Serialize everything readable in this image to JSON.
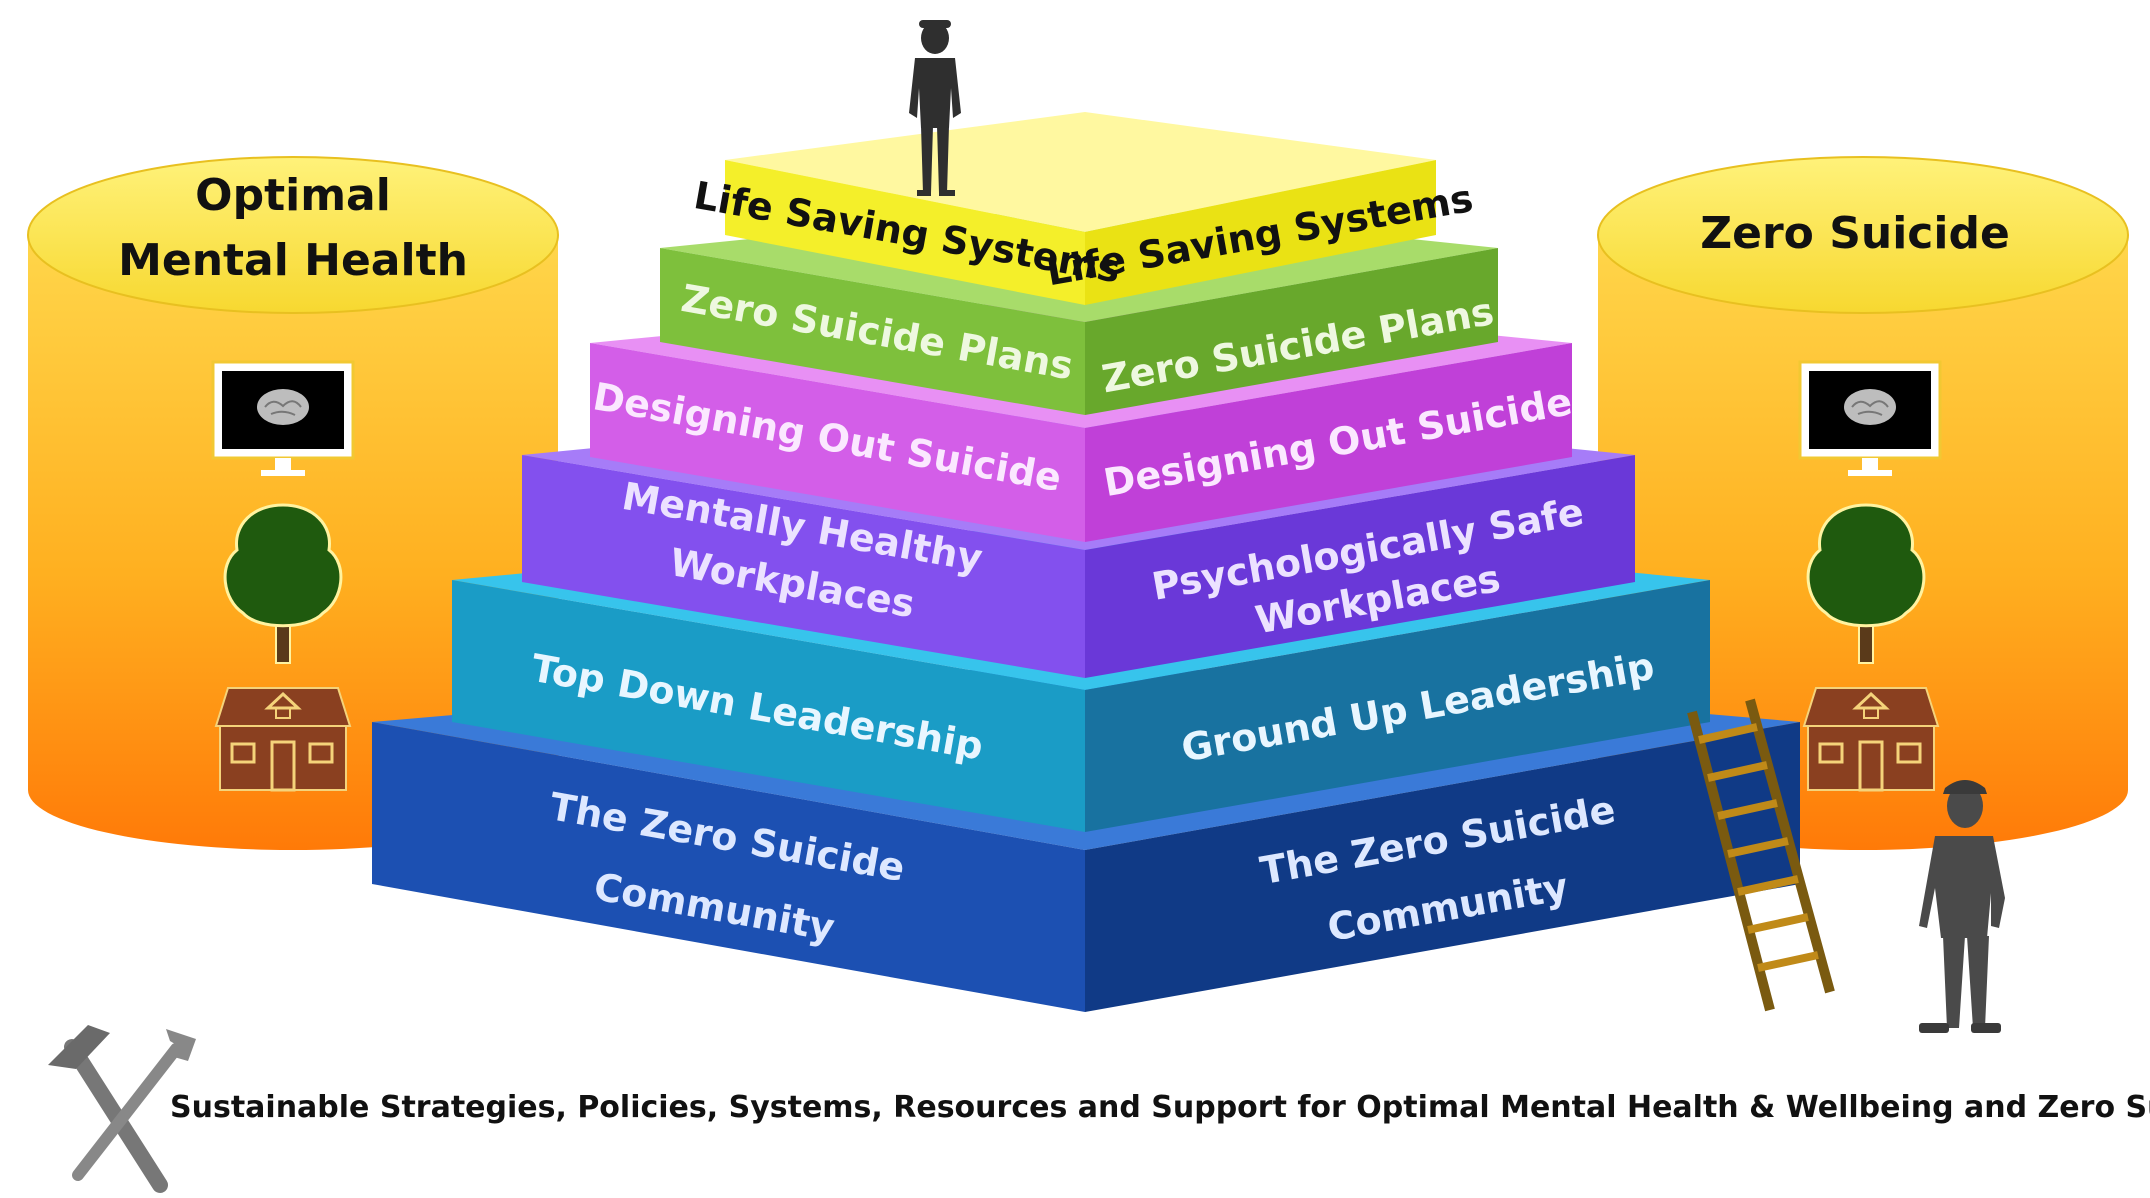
{
  "left_pillar": {
    "title_line1": "Optimal",
    "title_line2": "Mental Health",
    "icons": [
      "monitor-brain-icon",
      "tree-icon",
      "house-icon"
    ]
  },
  "right_pillar": {
    "title": "Zero Suicide",
    "icons": [
      "monitor-brain-icon",
      "tree-icon",
      "house-icon"
    ]
  },
  "tiers": [
    {
      "left": "Life Saving Systems",
      "right": "Life Saving Systems",
      "color": "#f2ee1e"
    },
    {
      "left": "Zero Suicide Plans",
      "right": "Zero Suicide Plans",
      "color": "#7ec03c"
    },
    {
      "left": "Designing Out Suicide",
      "right": "Designing Out Suicide",
      "color": "#d35ee8"
    },
    {
      "left_line1": "Mentally Healthy",
      "left_line2": "Workplaces",
      "right_line1": "Psychologically Safe",
      "right_line2": "Workplaces",
      "color": "#8750ee"
    },
    {
      "left": "Top Down Leadership",
      "right": "Ground Up Leadership",
      "color": "#1ba0c8"
    },
    {
      "left_line1": "The Zero Suicide",
      "left_line2": "Community",
      "right_line1": "The Zero Suicide",
      "right_line2": "Community",
      "color": "#1c4fb0"
    }
  ],
  "caption": "Sustainable Strategies, Policies, Systems, Resources and Support for Optimal Mental Health & Wellbeing and Zero Suicide",
  "decorations": [
    "worker-silhouette-top",
    "worker-silhouette-right",
    "ladder-icon",
    "hammer-wrench-icon"
  ]
}
